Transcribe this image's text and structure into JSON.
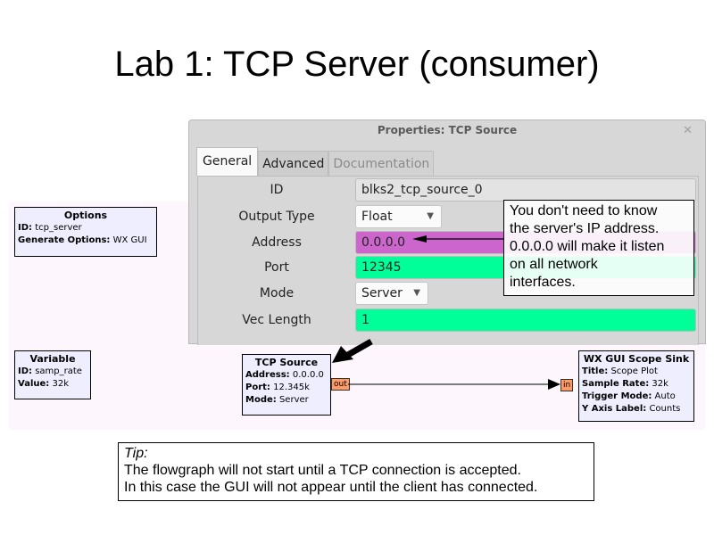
{
  "slide": {
    "title": "Lab 1: TCP Server (consumer)"
  },
  "dialog": {
    "title": "Properties: TCP Source",
    "close_icon": "close-icon",
    "tabs": [
      {
        "label": "General",
        "active": true
      },
      {
        "label": "Advanced",
        "active": false
      },
      {
        "label": "Documentation",
        "active": false,
        "disabled": true
      }
    ],
    "fields": [
      {
        "label": "ID",
        "value": "blks2_tcp_source_0",
        "type": "text",
        "color": "#e3e3e3"
      },
      {
        "label": "Output Type",
        "value": "Float",
        "type": "select"
      },
      {
        "label": "Address",
        "value": "0.0.0.0",
        "type": "text",
        "color": "#cc66cc"
      },
      {
        "label": "Port",
        "value": "12345",
        "type": "text",
        "color": "#00ff99"
      },
      {
        "label": "Mode",
        "value": "Server",
        "type": "select"
      },
      {
        "label": "Vec Length",
        "value": "1",
        "type": "text",
        "color": "#00ff99"
      }
    ]
  },
  "callout": {
    "lines": [
      "You don't need to know",
      "the server's IP address.",
      "0.0.0.0 will make it listen",
      "on all network",
      "interfaces."
    ]
  },
  "flowgraph": {
    "options_block": {
      "title": "Options",
      "params": [
        {
          "key": "ID:",
          "value": "tcp_server"
        },
        {
          "key": "Generate Options:",
          "value": "WX GUI"
        }
      ]
    },
    "variable_block": {
      "title": "Variable",
      "params": [
        {
          "key": "ID:",
          "value": "samp_rate"
        },
        {
          "key": "Value:",
          "value": "32k"
        }
      ]
    },
    "tcp_source_block": {
      "title": "TCP Source",
      "params": [
        {
          "key": "Address:",
          "value": "0.0.0.0"
        },
        {
          "key": "Port:",
          "value": "12.345k"
        },
        {
          "key": "Mode:",
          "value": "Server"
        }
      ],
      "out_port": "out"
    },
    "scope_sink_block": {
      "title": "WX GUI Scope Sink",
      "params": [
        {
          "key": "Title:",
          "value": "Scope Plot"
        },
        {
          "key": "Sample Rate:",
          "value": "32k"
        },
        {
          "key": "Trigger Mode:",
          "value": "Auto"
        },
        {
          "key": "Y Axis Label:",
          "value": "Counts"
        }
      ],
      "in_port": "in"
    }
  },
  "tip": {
    "heading": "Tip:",
    "lines": [
      "The flowgraph will not start until a TCP connection is accepted.",
      "In this case the GUI will not appear until the client has connected."
    ]
  },
  "colors": {
    "block_bg": "#eeeeff",
    "port_bg": "#ff9966",
    "canvas_bg": "#fdf6fd",
    "address_field": "#cc66cc",
    "numeric_field": "#00ff99"
  }
}
